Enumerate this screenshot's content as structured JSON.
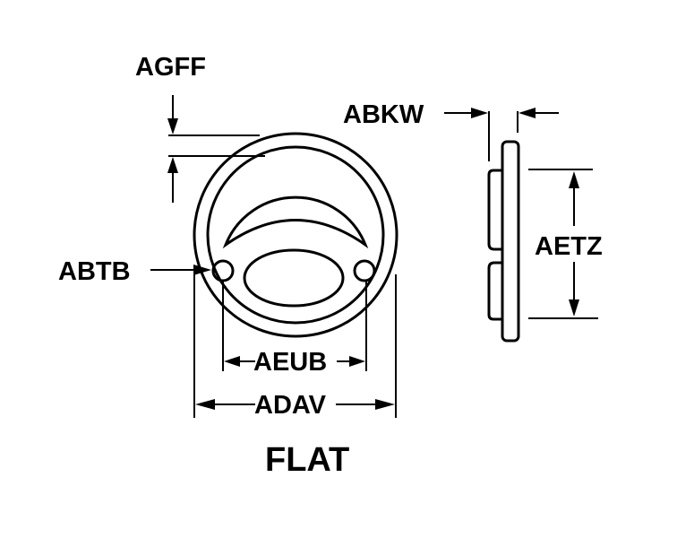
{
  "diagram": {
    "labels": {
      "agff": "AGFF",
      "abkw": "ABKW",
      "abtb": "ABTB",
      "aetz": "AETZ",
      "aeub": "AEUB",
      "adav": "ADAV"
    },
    "title": "FLAT"
  },
  "colors": {
    "ink": "#000000",
    "background": "#ffffff"
  }
}
